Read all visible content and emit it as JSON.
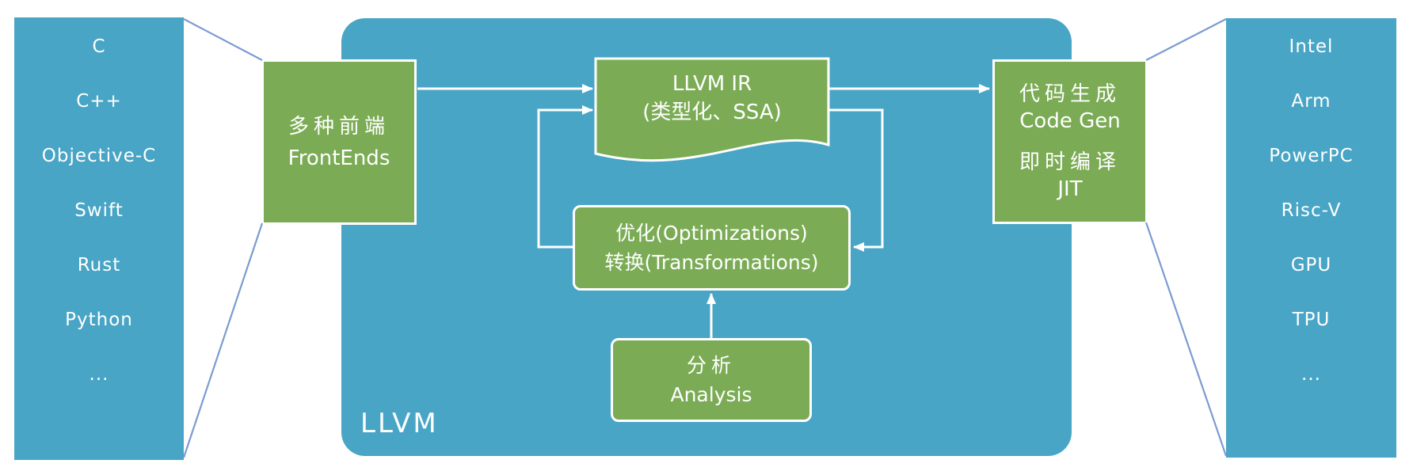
{
  "colors": {
    "panel_blue": "#49A5C5",
    "box_green": "#7BAC55",
    "connector_blue": "#7B9BD2",
    "line_white": "#FFFFFF"
  },
  "left_panel": {
    "items": [
      "C",
      "C++",
      "Objective-C",
      "Swift",
      "Rust",
      "Python",
      "..."
    ]
  },
  "right_panel": {
    "items": [
      "Intel",
      "Arm",
      "PowerPC",
      "Risc-V",
      "GPU",
      "TPU",
      "..."
    ]
  },
  "frontends_box": {
    "line1": "多种前端",
    "line2": "FrontEnds"
  },
  "llvm_container": {
    "label": "LLVM"
  },
  "llvm_ir_box": {
    "line1": "LLVM IR",
    "line2": "(类型化、SSA)"
  },
  "optimizations_box": {
    "line1": "优化(Optimizations)",
    "line2": "转换(Transformations)"
  },
  "analysis_box": {
    "line1": "分析",
    "line2": "Analysis"
  },
  "codegen_box": {
    "line1": "代码生成",
    "line2": "Code Gen",
    "line3": "即时编译",
    "line4": "JIT"
  }
}
